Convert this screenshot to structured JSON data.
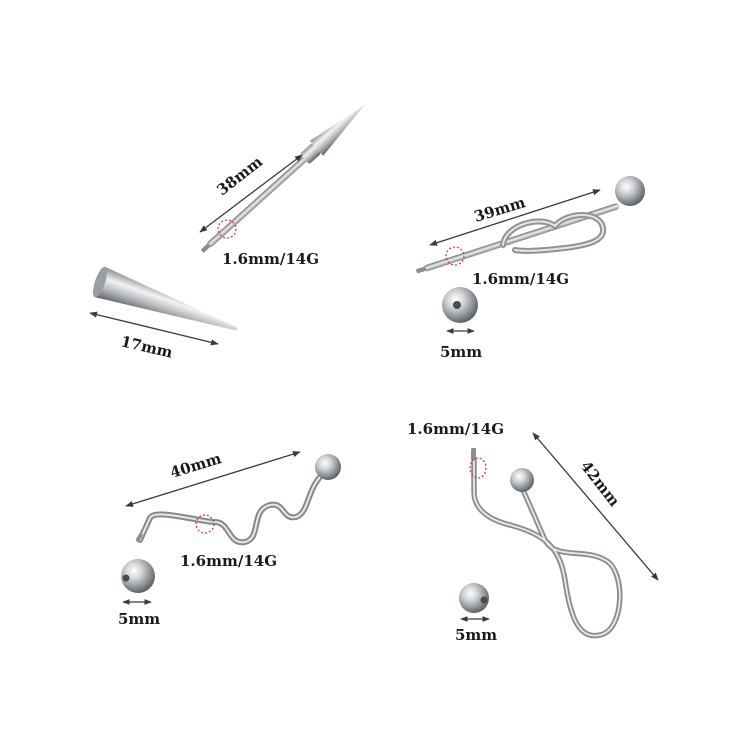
{
  "product_1": {
    "name": "spike-industrial-barbell",
    "length_label": "38mm",
    "gauge_label": "1.6mm/14G",
    "spike_length_label": "17mm"
  },
  "product_2": {
    "name": "heart-industrial-barbell",
    "length_label": "39mm",
    "gauge_label": "1.6mm/14G",
    "ball_label": "5mm"
  },
  "product_3": {
    "name": "wave-industrial-barbell",
    "length_label": "40mm",
    "gauge_label": "1.6mm/14G",
    "ball_label": "5mm"
  },
  "product_4": {
    "name": "spiral-industrial-barbell",
    "length_label": "42mm",
    "gauge_label": "1.6mm/14G",
    "ball_label": "5mm"
  },
  "colors": {
    "metal_dark": "#6d7074",
    "metal_mid": "#a9adb1",
    "metal_light": "#eef0f2",
    "dimension_line": "#3a3a3a",
    "gauge_marker": "#d9342b",
    "text": "#1a1a1a"
  }
}
